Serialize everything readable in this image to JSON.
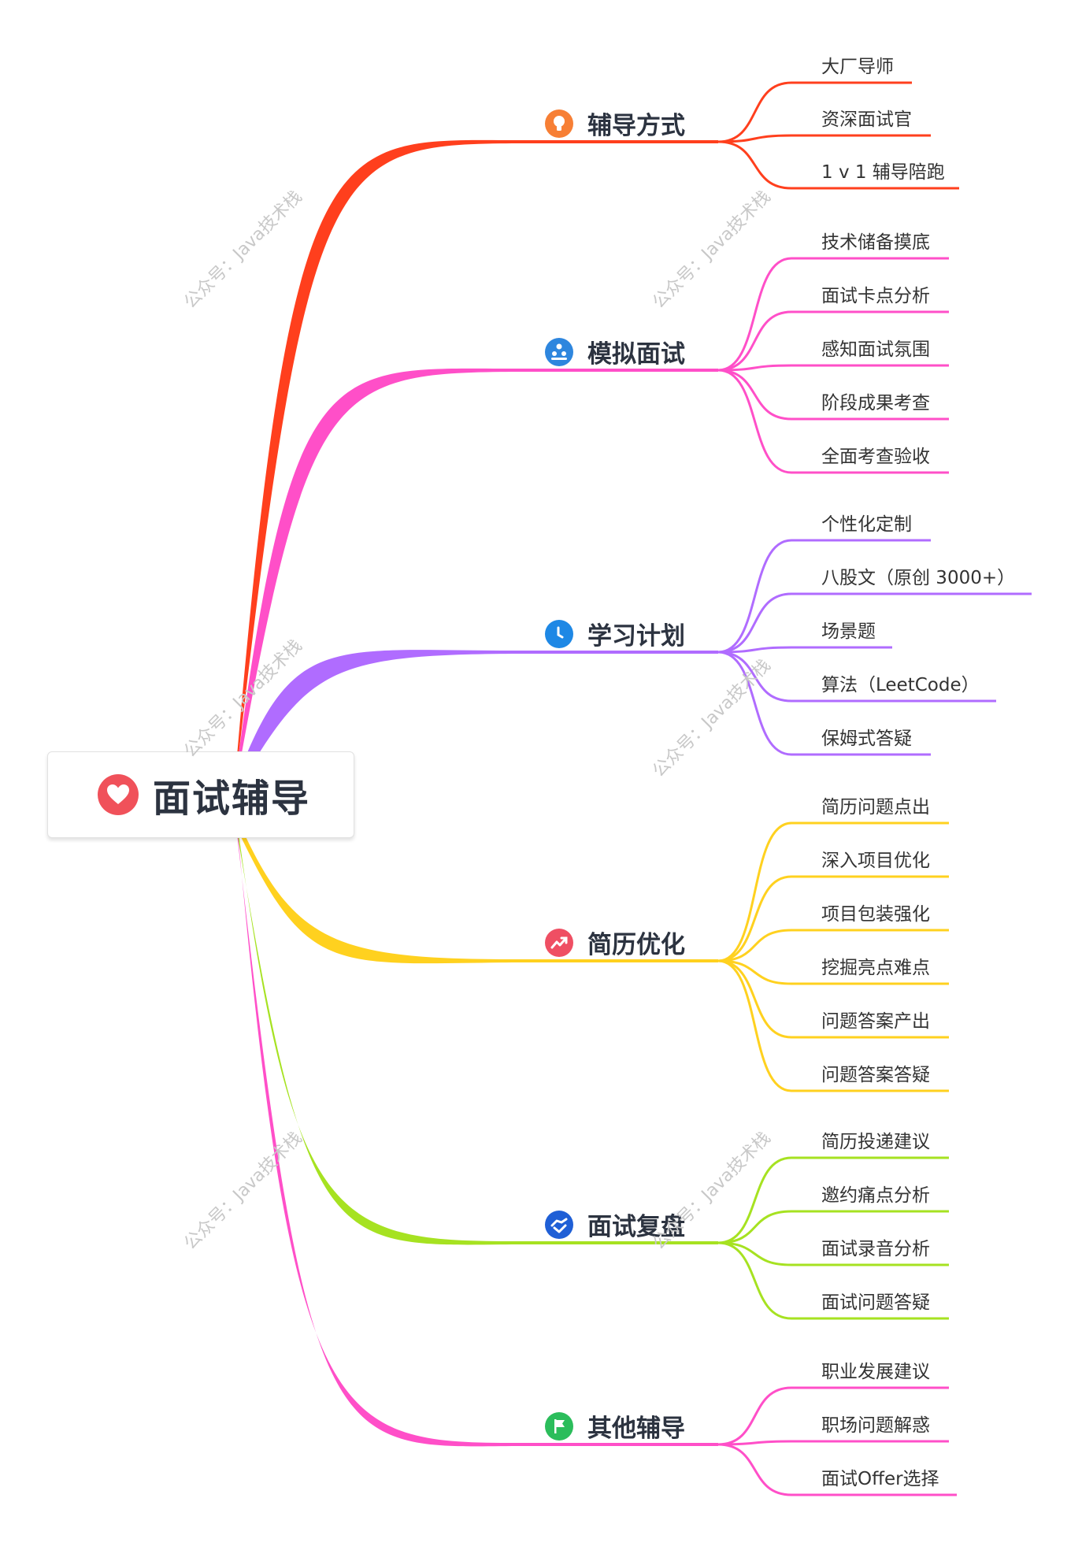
{
  "root": {
    "label": "面试辅导",
    "color": "#f0515a",
    "icon": "heart-icon"
  },
  "watermark": "公众号：Java技术栈",
  "branches": [
    {
      "label": "辅导方式",
      "color": "#ff3f1d",
      "icon": "lightbulb-icon",
      "icon_color": "#f77f35",
      "items": [
        "大厂导师",
        "资深面试官",
        "1 v 1 辅导陪跑"
      ]
    },
    {
      "label": "模拟面试",
      "color": "#ff4fc8",
      "icon": "people-icon",
      "icon_color": "#2e86de",
      "items": [
        "技术储备摸底",
        "面试卡点分析",
        "感知面试氛围",
        "阶段成果考查",
        "全面考查验收"
      ]
    },
    {
      "label": "学习计划",
      "color": "#b06cff",
      "icon": "clock-icon",
      "icon_color": "#1e88e5",
      "items": [
        "个性化定制",
        "八股文（原创 3000+）",
        "场景题",
        "算法（LeetCode）",
        "保姆式答疑"
      ]
    },
    {
      "label": "简历优化",
      "color": "#ffd11f",
      "icon": "trend-icon",
      "icon_color": "#ef4f63",
      "items": [
        "简历问题点出",
        "深入项目优化",
        "项目包装强化",
        "挖掘亮点难点",
        "问题答案产出",
        "问题答案答疑"
      ]
    },
    {
      "label": "面试复盘",
      "color": "#a6e221",
      "icon": "handshake-icon",
      "icon_color": "#1f5fd6",
      "items": [
        "简历投递建议",
        "邀约痛点分析",
        "面试录音分析",
        "面试问题答疑"
      ]
    },
    {
      "label": "其他辅导",
      "color": "#ff4fc8",
      "icon": "flag-icon",
      "icon_color": "#2bbd5b",
      "items": [
        "职业发展建议",
        "职场问题解惑",
        "面试Offer选择"
      ]
    }
  ]
}
